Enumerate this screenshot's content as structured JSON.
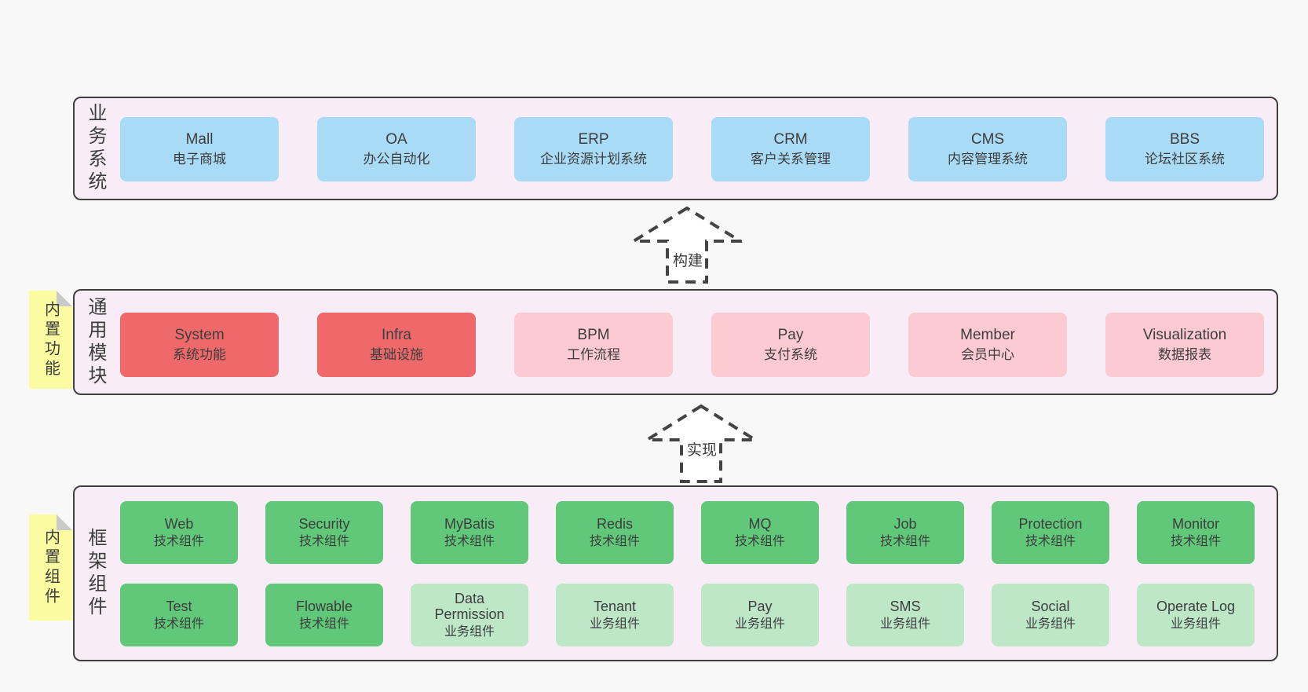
{
  "colors": {
    "page_bg": "#f8f8f8",
    "panel_bg": "#f8edf6",
    "panel_border": "#3f3f3f",
    "blue": "#a9dbf6",
    "red": "#f0696a",
    "pink": "#fccad3",
    "green": "#60c878",
    "light_green": "#bde7c7",
    "yellow": "#fbfba1",
    "fold_gray": "#c9c9c9",
    "text": "#3d3d3d",
    "arrow_stroke": "#444444",
    "arrow_fill": "#ffffff"
  },
  "panels": {
    "business": {
      "label": "业务系统",
      "boxes": [
        {
          "en": "Mall",
          "zh": "电子商城"
        },
        {
          "en": "OA",
          "zh": "办公自动化"
        },
        {
          "en": "ERP",
          "zh": "企业资源计划系统"
        },
        {
          "en": "CRM",
          "zh": "客户关系管理"
        },
        {
          "en": "CMS",
          "zh": "内容管理系统"
        },
        {
          "en": "BBS",
          "zh": "论坛社区系统"
        }
      ]
    },
    "modules": {
      "label": "通用模块",
      "tag": "内置功能",
      "boxes": [
        {
          "en": "System",
          "zh": "系统功能"
        },
        {
          "en": "Infra",
          "zh": "基础设施"
        },
        {
          "en": "BPM",
          "zh": "工作流程"
        },
        {
          "en": "Pay",
          "zh": "支付系统"
        },
        {
          "en": "Member",
          "zh": "会员中心"
        },
        {
          "en": "Visualization",
          "zh": "数据报表"
        }
      ]
    },
    "framework": {
      "label": "框架组件",
      "tag": "内置组件",
      "row1": [
        {
          "en": "Web",
          "zh": "技术组件"
        },
        {
          "en": "Security",
          "zh": "技术组件"
        },
        {
          "en": "MyBatis",
          "zh": "技术组件"
        },
        {
          "en": "Redis",
          "zh": "技术组件"
        },
        {
          "en": "MQ",
          "zh": "技术组件"
        },
        {
          "en": "Job",
          "zh": "技术组件"
        },
        {
          "en": "Protection",
          "zh": "技术组件"
        },
        {
          "en": "Monitor",
          "zh": "技术组件"
        }
      ],
      "row2": [
        {
          "en": "Test",
          "zh": "技术组件"
        },
        {
          "en": "Flowable",
          "zh": "技术组件"
        },
        {
          "en": "Data Permission",
          "zh": "业务组件"
        },
        {
          "en": "Tenant",
          "zh": "业务组件"
        },
        {
          "en": "Pay",
          "zh": "业务组件"
        },
        {
          "en": "SMS",
          "zh": "业务组件"
        },
        {
          "en": "Social",
          "zh": "业务组件"
        },
        {
          "en": "Operate Log",
          "zh": "业务组件"
        }
      ]
    }
  },
  "arrows": {
    "build": "构建",
    "implement": "实现"
  }
}
